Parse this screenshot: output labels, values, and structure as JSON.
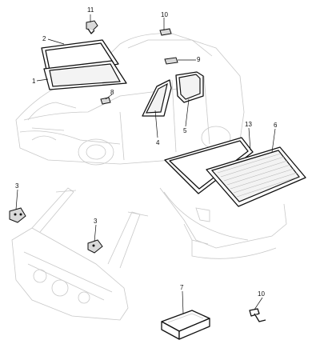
{
  "callouts": [
    {
      "id": "c11",
      "text": "11"
    },
    {
      "id": "c10a",
      "text": "10"
    },
    {
      "id": "c2",
      "text": "2"
    },
    {
      "id": "c9",
      "text": "9"
    },
    {
      "id": "c1",
      "text": "1"
    },
    {
      "id": "c8",
      "text": "8"
    },
    {
      "id": "c4",
      "text": "4"
    },
    {
      "id": "c5",
      "text": "5"
    },
    {
      "id": "c13",
      "text": "13"
    },
    {
      "id": "c6",
      "text": "6"
    },
    {
      "id": "c3a",
      "text": "3"
    },
    {
      "id": "c3b",
      "text": "3"
    },
    {
      "id": "c7",
      "text": "7"
    },
    {
      "id": "c10b",
      "text": "10"
    }
  ]
}
